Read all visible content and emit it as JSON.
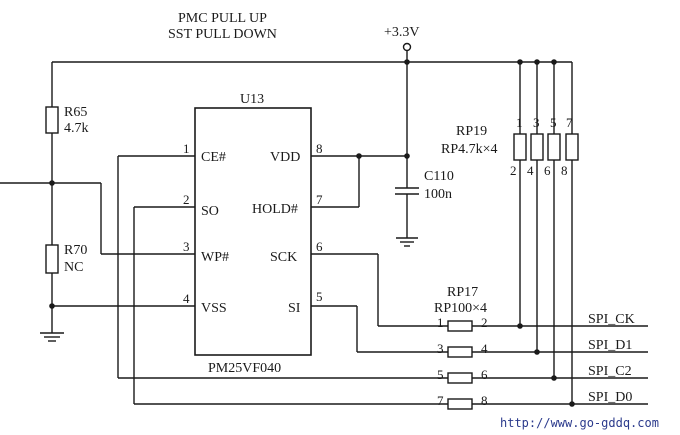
{
  "header": {
    "line1": "PMC PULL UP",
    "line2": "SST PULL DOWN"
  },
  "power": {
    "label": "+3.3V"
  },
  "chip": {
    "ref": "U13",
    "part": "PM25VF040",
    "left_pins": [
      {
        "num": "1",
        "name": "CE#"
      },
      {
        "num": "2",
        "name": "SO"
      },
      {
        "num": "3",
        "name": "WP#"
      },
      {
        "num": "4",
        "name": "VSS"
      }
    ],
    "right_pins": [
      {
        "num": "8",
        "name": "VDD"
      },
      {
        "num": "7",
        "name": "HOLD#"
      },
      {
        "num": "6",
        "name": "SCK"
      },
      {
        "num": "5",
        "name": "SI"
      }
    ]
  },
  "r65": {
    "ref": "R65",
    "value": "4.7k"
  },
  "r70": {
    "ref": "R70",
    "value": "NC"
  },
  "c110": {
    "ref": "C110",
    "value": "100n"
  },
  "rp19": {
    "ref": "RP19",
    "value": "RP4.7k×4",
    "top_pins": [
      "1",
      "3",
      "5",
      "7"
    ],
    "bottom_pins": [
      "2",
      "4",
      "6",
      "8"
    ]
  },
  "rp17": {
    "ref": "RP17",
    "value": "RP100×4",
    "pins": [
      {
        "left": "1",
        "right": "2"
      },
      {
        "left": "3",
        "right": "4"
      },
      {
        "left": "5",
        "right": "6"
      },
      {
        "left": "7",
        "right": "8"
      }
    ]
  },
  "signals": [
    "SPI_CK",
    "SPI_D1",
    "SPI_C2",
    "SPI_D0"
  ],
  "watermark": "http://www.go-gddq.com"
}
